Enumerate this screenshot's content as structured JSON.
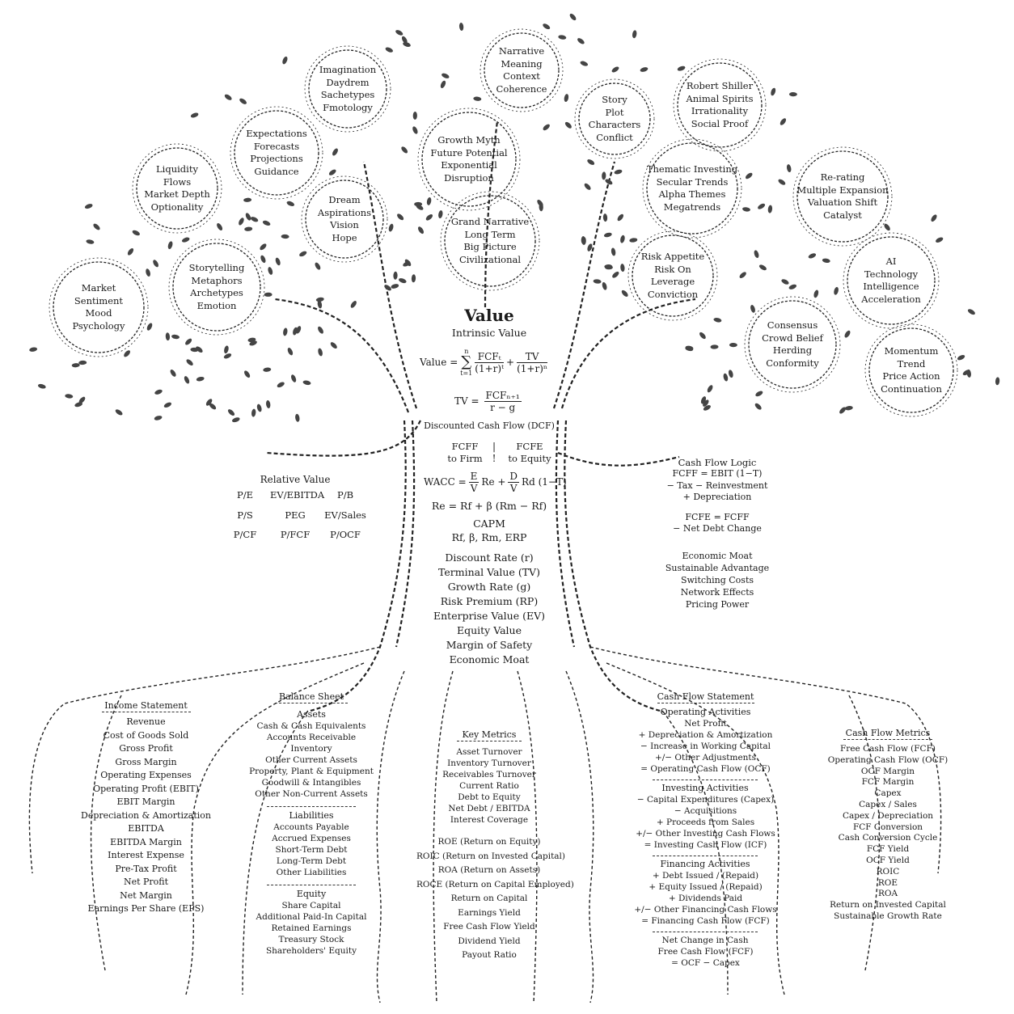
{
  "title": "Value",
  "subtitle": "Intrinsic Value",
  "formulas": {
    "value_label": "Value =",
    "sum_top": "n",
    "sum_bottom": "t=1",
    "fcf_num": "FCFₜ",
    "fcf_den": "(1+r)ᵗ",
    "tv_num": "TV",
    "tv_den": "(1+r)ⁿ",
    "tv_label": "TV =",
    "tv_formula_num": "FCFₙ₊₁",
    "tv_formula_den": "r − g",
    "dcf": "Discounted Cash Flow (DCF)",
    "fcff_a": "FCFF",
    "fcff_b": "to Firm",
    "fcfe_a": "FCFE",
    "fcfe_b": "to Equity",
    "wacc_label": "WACC =",
    "wacc_e_num": "E",
    "wacc_e_den": "V",
    "wacc_re": "Re +",
    "wacc_d_num": "D",
    "wacc_d_den": "V",
    "wacc_rd": "Rd (1−T)",
    "re_line": "Re = Rf + β (Rm − Rf)",
    "capm": "CAPM",
    "capm_vars": "Rf, β, Rm, ERP"
  },
  "central_terms": [
    "Discount Rate (r)",
    "Terminal Value (TV)",
    "Growth Rate (g)",
    "Risk Premium (RP)",
    "Enterprise Value (EV)",
    "Equity Value",
    "Margin of Safety",
    "Economic Moat"
  ],
  "canopy_circles": [
    {
      "lines": [
        "Narrative",
        "Meaning",
        "Context",
        "Coherence"
      ]
    },
    {
      "lines": [
        "Imagination",
        "Daydrem",
        "Sachetypes",
        "Fmotology"
      ]
    },
    {
      "lines": [
        "Robert Shiller",
        "Animal Spirits",
        "Irrationality",
        "Social Proof"
      ]
    },
    {
      "lines": [
        "Story",
        "Plot",
        "Characters",
        "Conflict"
      ]
    },
    {
      "lines": [
        "Expectations",
        "Forecasts",
        "Projections",
        "Guidance"
      ]
    },
    {
      "lines": [
        "Growth Myth",
        "Future Potential",
        "Exponential",
        "Disruption"
      ]
    },
    {
      "lines": [
        "Liquidity",
        "Flows",
        "Market Depth",
        "Optionality"
      ]
    },
    {
      "lines": [
        "Thematic Investing",
        "Secular Trends",
        "Alpha Themes",
        "Megatrends"
      ]
    },
    {
      "lines": [
        "Re-rating",
        "Multiple Expansion",
        "Valuation Shift",
        "Catalyst"
      ]
    },
    {
      "lines": [
        "Dream",
        "Aspirations",
        "Vision",
        "Hope"
      ]
    },
    {
      "lines": [
        "Grand Narrative",
        "Long Term",
        "Big Picture",
        "Civilizational"
      ]
    },
    {
      "lines": [
        "Risk Appetite",
        "Risk On",
        "Leverage",
        "Conviction"
      ]
    },
    {
      "lines": [
        "AI",
        "Technology",
        "Intelligence",
        "Acceleration"
      ]
    },
    {
      "lines": [
        "Market",
        "Sentiment",
        "Mood",
        "Psychology"
      ]
    },
    {
      "lines": [
        "Storytelling",
        "Metaphors",
        "Archetypes",
        "Emotion"
      ]
    },
    {
      "lines": [
        "Consensus",
        "Crowd Belief",
        "Herding",
        "Conformity"
      ]
    },
    {
      "lines": [
        "Momentum",
        "Trend",
        "Price Action",
        "Continuation"
      ]
    }
  ],
  "relative_value": {
    "heading": "Relative Value",
    "items": [
      "P/E",
      "EV/EBITDA",
      "P/B",
      "P/S",
      "PEG",
      "EV/Sales",
      "P/CF",
      "P/FCF",
      "P/OCF"
    ]
  },
  "cash_flow_logic": {
    "heading": "Cash Flow Logic",
    "lines": [
      "FCFF = EBIT (1−T)",
      "− Tax − Reinvestment",
      "+ Depreciation",
      "",
      "FCFE = FCFF",
      "− Net Debt Change"
    ]
  },
  "economic_moat": {
    "lines": [
      "Economic Moat",
      "Sustainable Advantage",
      "Switching Costs",
      "Network Effects",
      "Pricing Power"
    ]
  },
  "income_statement": {
    "heading": "Income Statement",
    "lines": [
      "Revenue",
      "Cost of Goods Sold",
      "Gross Profit",
      "Gross Margin",
      "Operating Expenses",
      "Operating Profit (EBIT)",
      "EBIT Margin",
      "Depreciation & Amortization",
      "EBITDA",
      "EBITDA Margin",
      "Interest Expense",
      "Pre-Tax Profit",
      "Net Profit",
      "Net Margin",
      "Earnings Per Share (EPS)"
    ]
  },
  "balance_sheet": {
    "heading": "Balance Sheet",
    "assets_heading": "Assets",
    "assets": [
      "Cash & Cash Equivalents",
      "Accounts Receivable",
      "Inventory",
      "Other Current Assets",
      "Property, Plant & Equipment",
      "Goodwill & Intangibles",
      "Other Non-Current Assets"
    ],
    "liabilities_heading": "Liabilities",
    "liabilities": [
      "Accounts Payable",
      "Accrued Expenses",
      "Short-Term Debt",
      "Long-Term Debt",
      "Other Liabilities"
    ],
    "equity_heading": "Equity",
    "equity": [
      "Share Capital",
      "Additional Paid-In Capital",
      "Retained Earnings",
      "Treasury Stock",
      "Shareholders' Equity"
    ]
  },
  "key_metrics": {
    "heading": "Key Metrics",
    "group1": [
      "Asset Turnover",
      "Inventory Turnover",
      "Receivables Turnover",
      "Current Ratio",
      "Debt to Equity",
      "Net Debt / EBITDA",
      "Interest Coverage"
    ],
    "group2": [
      "ROE (Return on Equity)",
      "ROIC (Return on Invested Capital)",
      "ROA (Return on Assets)",
      "ROCE (Return on Capital Employed)",
      "Return on Capital",
      "Earnings Yield",
      "Free Cash Flow Yield",
      "Dividend Yield",
      "Payout Ratio"
    ]
  },
  "cash_flow_statement": {
    "heading": "Cash Flow Statement",
    "operating_heading": "Operating Activities",
    "operating": [
      "Net Profit",
      "+ Depreciation & Amortization",
      "− Increase in Working Capital",
      "+/− Other Adjustments",
      "= Operating Cash Flow (OCF)"
    ],
    "investing_heading": "Investing Activities",
    "investing": [
      "− Capital Expenditures (Capex)",
      "− Acquisitions",
      "+ Proceeds from Sales",
      "+/− Other Investing Cash Flows",
      "= Investing Cash Flow (ICF)"
    ],
    "financing_heading": "Financing Activities",
    "financing": [
      "+ Debt Issued / (Repaid)",
      "+ Equity Issued / (Repaid)",
      "+ Dividends Paid",
      "+/− Other Financing Cash Flows",
      "= Financing Cash Flow (FCF)"
    ],
    "net": [
      "Net Change in Cash",
      "Free Cash Flow (FCF)",
      "= OCF − Capex"
    ]
  },
  "cash_flow_metrics": {
    "heading": "Cash Flow Metrics",
    "lines": [
      "Free Cash Flow (FCF)",
      "Operating Cash Flow (OCF)",
      "OCF Margin",
      "FCF Margin",
      "Capex",
      "Capex / Sales",
      "Capex / Depreciation",
      "FCF Conversion",
      "Cash Conversion Cycle",
      "FCF Yield",
      "OCF Yield",
      "ROIC",
      "ROE",
      "ROA",
      "Return on Invested Capital",
      "Sustainable Growth Rate"
    ]
  }
}
